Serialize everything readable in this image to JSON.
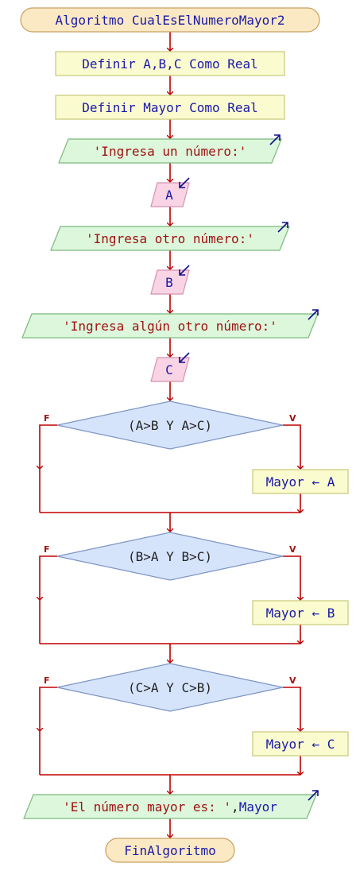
{
  "title": {
    "kw": "Algoritmo",
    "name": "CualEsElNumeroMayor2"
  },
  "defs": [
    {
      "kw1": "Definir",
      "vars": "A,B,C",
      "kw2": "Como",
      "type": "Real"
    },
    {
      "kw1": "Definir",
      "vars": "Mayor",
      "kw2": "Como",
      "type": "Real"
    }
  ],
  "io": [
    {
      "kind": "output",
      "text": "'Ingresa un número:'"
    },
    {
      "kind": "input",
      "text": "A"
    },
    {
      "kind": "output",
      "text": "'Ingresa otro número:'"
    },
    {
      "kind": "input",
      "text": "B"
    },
    {
      "kind": "output",
      "text": "'Ingresa algún otro número:'"
    },
    {
      "kind": "input",
      "text": "C"
    }
  ],
  "decisions": [
    {
      "cond": "(A>B Y A>C)",
      "false_label": "F",
      "true_label": "V",
      "assign_var": "Mayor",
      "assign_op": "←",
      "assign_val": "A"
    },
    {
      "cond": "(B>A Y B>C)",
      "false_label": "F",
      "true_label": "V",
      "assign_var": "Mayor",
      "assign_op": "←",
      "assign_val": "B"
    },
    {
      "cond": "(C>A Y C>B)",
      "false_label": "F",
      "true_label": "V",
      "assign_var": "Mayor",
      "assign_op": "←",
      "assign_val": "C"
    }
  ],
  "final_output": {
    "str": "'El número mayor es: '",
    "sep": ",",
    "var": "Mayor"
  },
  "end": "FinAlgoritmo",
  "colors": {
    "line": "#c00000",
    "terminal_fill": "#fbe9c4",
    "terminal_stroke": "#c8a060",
    "process_fill": "#fbfbd0",
    "process_stroke": "#c8c878",
    "output_fill": "#dcf7dc",
    "output_stroke": "#7cb87c",
    "input_fill": "#f9d4e4",
    "input_stroke": "#d890b0",
    "decision_fill": "#d6e4fb",
    "decision_stroke": "#7c94c4",
    "io_arrow": "#10108a"
  }
}
